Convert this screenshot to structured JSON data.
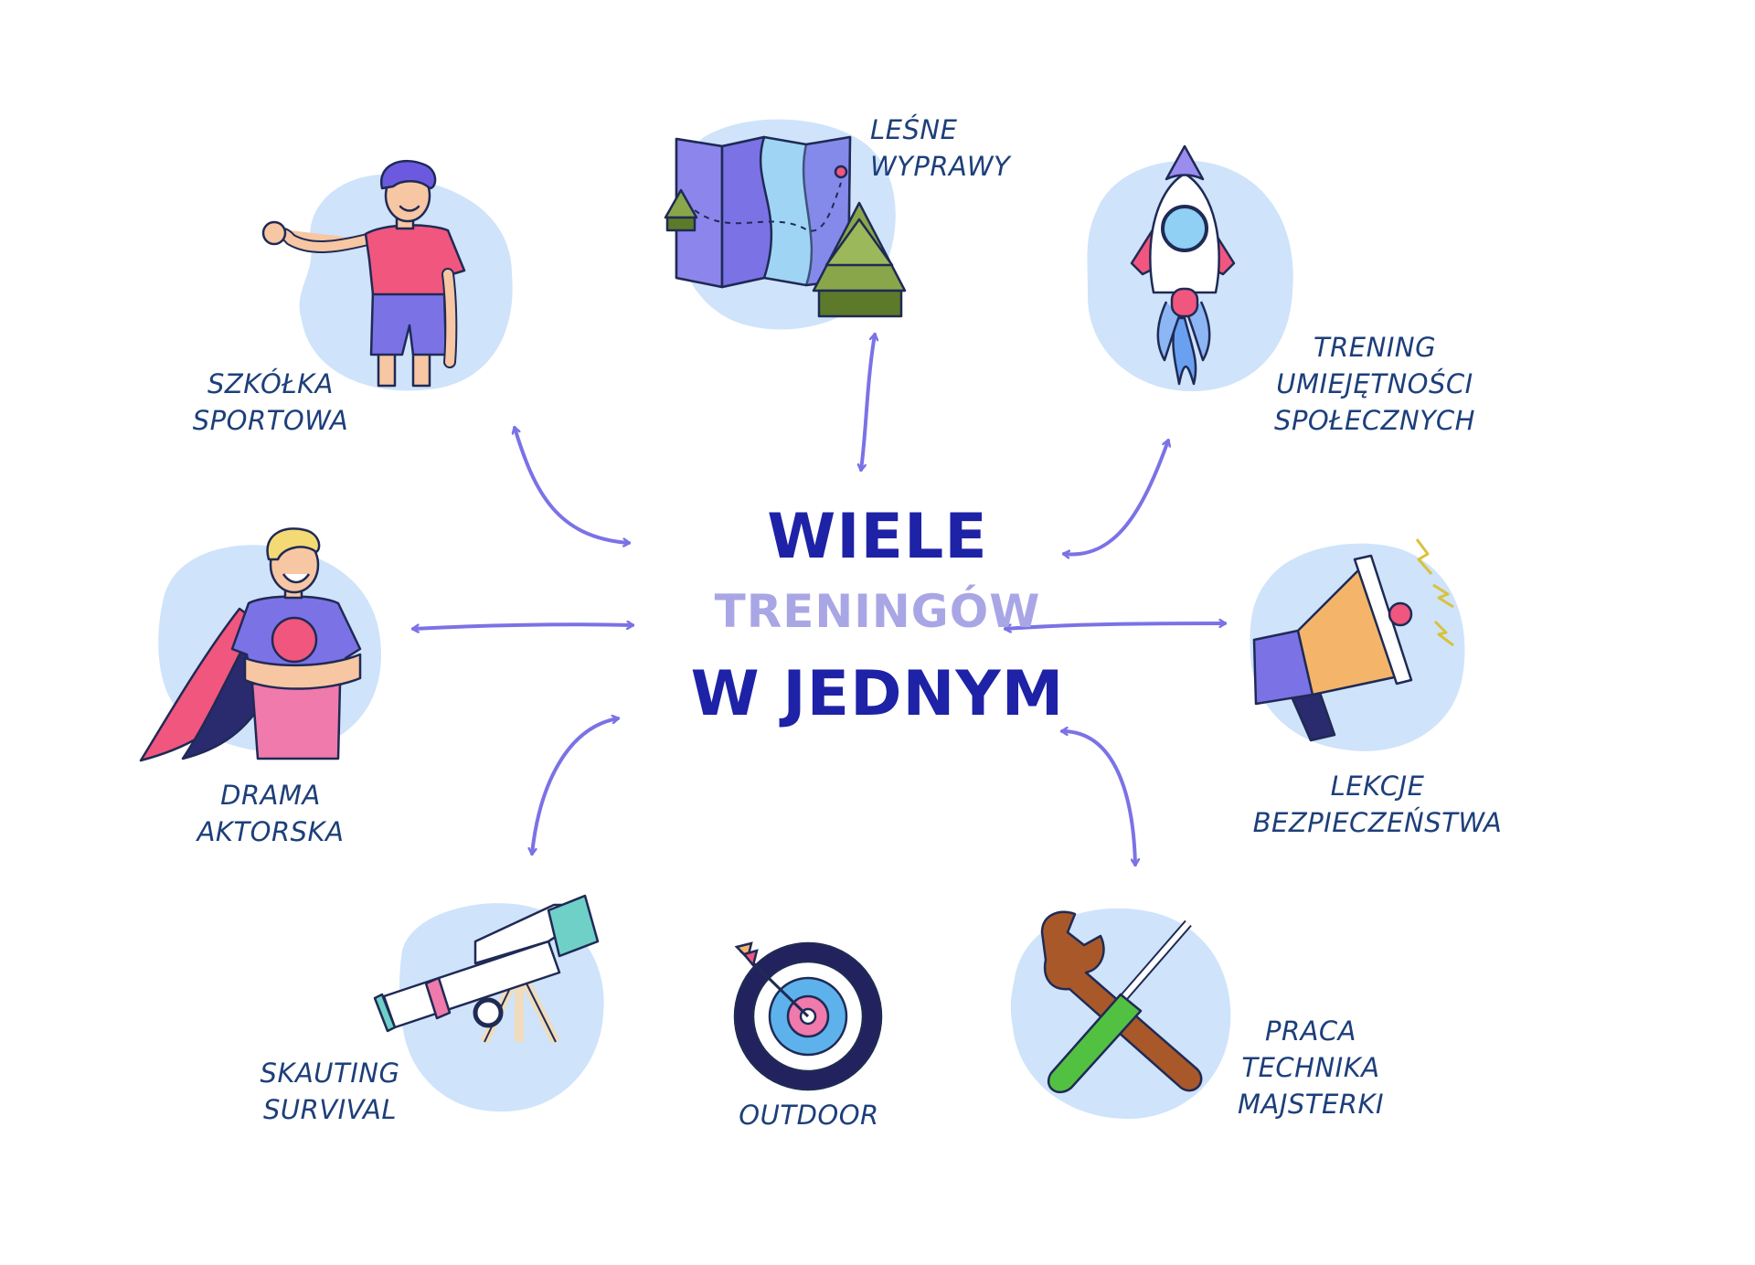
{
  "title": {
    "line1": "WIELE",
    "line2": "TRENINGÓW",
    "line3": "W JEDNYM"
  },
  "activities": [
    {
      "id": "szkolka",
      "icon": "boy-icon",
      "lines": [
        "SZKÓŁKA",
        "SPORTOWA"
      ]
    },
    {
      "id": "lesne",
      "icon": "map-icon",
      "lines": [
        "LEŚNE",
        "WYPRAWY"
      ]
    },
    {
      "id": "trening",
      "icon": "rocket-icon",
      "lines": [
        "TRENING",
        "UMIEJĘTNOŚCI",
        "SPOŁECZNYCH"
      ]
    },
    {
      "id": "drama",
      "icon": "superhero-icon",
      "lines": [
        "DRAMA",
        "AKTORSKA"
      ]
    },
    {
      "id": "lekcje",
      "icon": "megaphone-icon",
      "lines": [
        "LEKCJE",
        "BEZPIECZEŃSTWA"
      ]
    },
    {
      "id": "skauting",
      "icon": "telescope-icon",
      "lines": [
        "SKAUTING",
        "SURVIVAL"
      ]
    },
    {
      "id": "outdoor",
      "icon": "target-icon",
      "lines": [
        "OUTDOOR"
      ]
    },
    {
      "id": "praca",
      "icon": "tools-icon",
      "lines": [
        "PRACA",
        "TECHNIKA",
        "MAJSTERKI"
      ]
    }
  ],
  "colors": {
    "arrow": "#7b72e6",
    "label": "#1d3f7a",
    "title_dark": "#1e22a6",
    "title_light": "#a9a6e6",
    "blob": "#cfe3fb"
  }
}
